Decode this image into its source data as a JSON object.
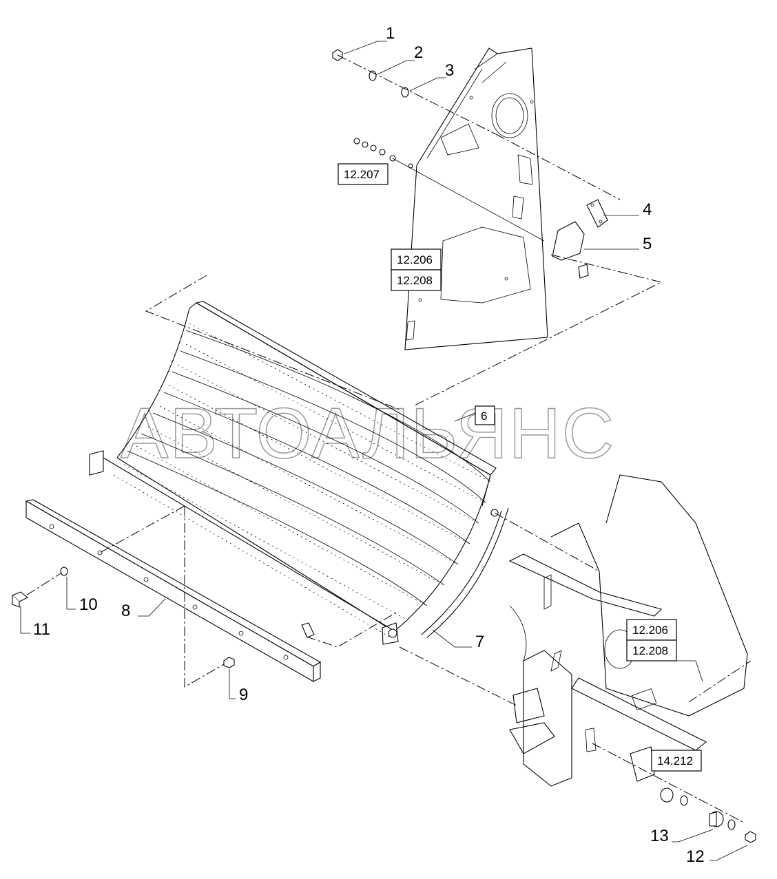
{
  "callouts": {
    "c1": "1",
    "c2": "2",
    "c3": "3",
    "c4": "4",
    "c5": "5",
    "c6": "6",
    "c7": "7",
    "c8": "8",
    "c9": "9",
    "c10": "10",
    "c11": "11",
    "c12": "12",
    "c13": "13"
  },
  "references": {
    "r1": "12.207",
    "r2": "12.206",
    "r3": "12.208",
    "r4": "12.206",
    "r5": "12.208",
    "r6": "14.212"
  },
  "watermark": "АВТОАЛЬЯНС"
}
